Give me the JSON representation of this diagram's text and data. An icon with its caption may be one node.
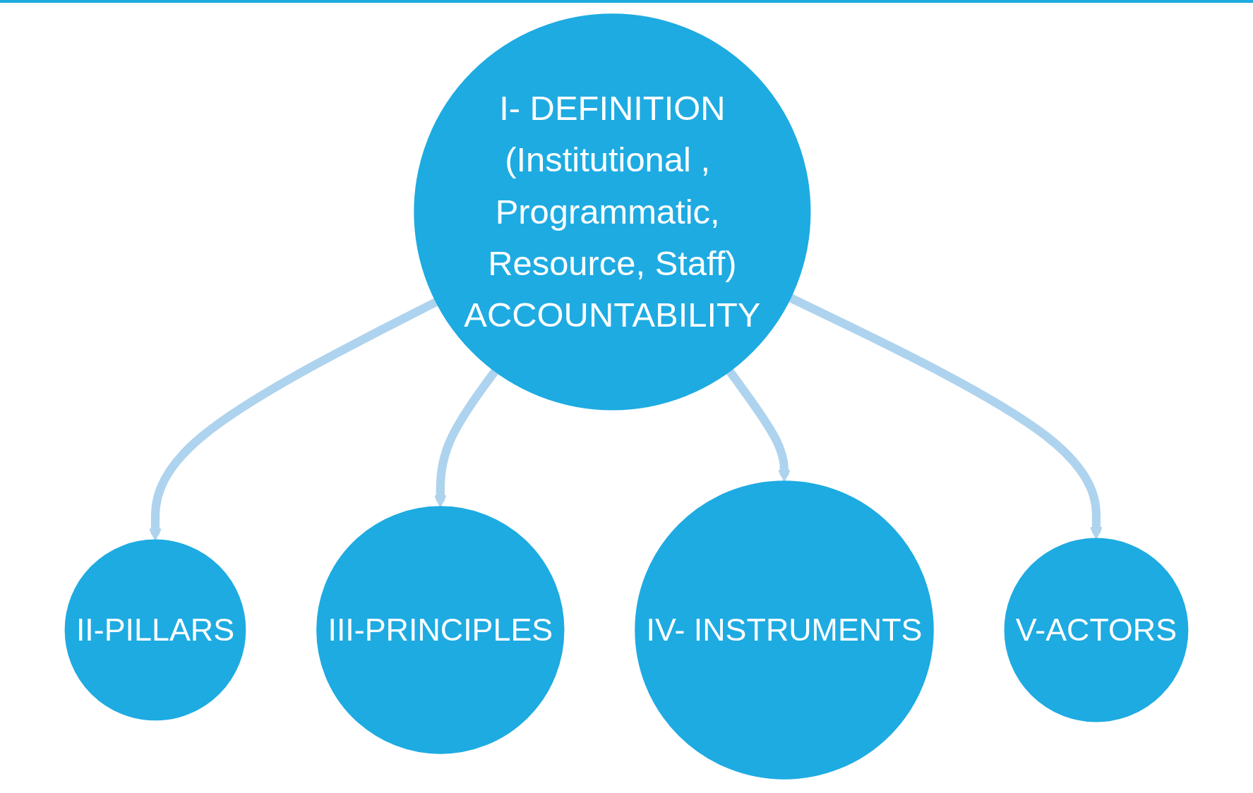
{
  "diagram": {
    "nodes": [
      {
        "text": [
          "II-PILLARS"
        ]
      },
      {
        "text": [
          "V-ACTORS"
        ]
      },
      {
        "text": [
          "I- DEFINITION",
          "(Institutional , Programmatic, Resource, Staff)",
          "ACCOUNTABILITY"
        ]
      },
      {
        "text": [
          "III-PRINCIPLES"
        ]
      },
      {
        "text": [
          "IV- INSTRUMENTS"
        ]
      }
    ],
    "edges": [
      {
        "from": 2,
        "to": 0,
        "arrow": "to"
      },
      {
        "from": 2,
        "to": 3,
        "arrow": "to"
      },
      {
        "from": 2,
        "to": 4,
        "arrow": "to"
      },
      {
        "from": 2,
        "to": 1,
        "arrow": "to"
      }
    ]
  }
}
